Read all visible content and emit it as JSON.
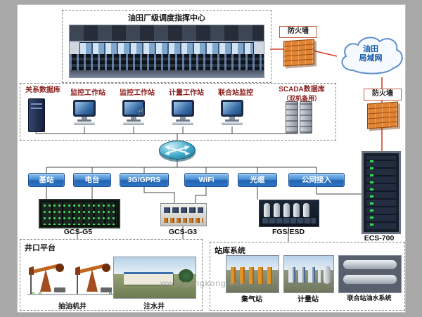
{
  "command_center": {
    "title": "油田厂级调度指挥中心"
  },
  "firewalls": {
    "top": "防火墙",
    "right": "防火墙"
  },
  "cloud": {
    "line1": "油田",
    "line2": "局域网"
  },
  "workstations": {
    "database": "关系数据库",
    "items": [
      "监控工作站",
      "监控工作站",
      "计量工作站",
      "联合站监控"
    ],
    "scada_line1": "SCADA数据库",
    "scada_line2": "（双机备用）"
  },
  "links": {
    "items": [
      "基站",
      "电台",
      "3G/GPRS",
      "WiFi",
      "光缆",
      "公网接入"
    ]
  },
  "devices": {
    "rtu": "GCS-G5",
    "plc": "GCS-G3",
    "fgs": "FGS/ESD",
    "dcs": "ECS-700"
  },
  "wellhead": {
    "title": "井口平台",
    "pump_well": "抽油机井",
    "injection_well": "注水井"
  },
  "stations": {
    "title": "站库系统",
    "gas": "集气站",
    "metering": "计量站",
    "union": "联合站油水系统"
  },
  "watermark": "www.gongkong.com",
  "colors": {
    "accent_blue": "#2a6fc0",
    "line_red": "#cc3a22",
    "label_red": "#8b1f1f"
  }
}
